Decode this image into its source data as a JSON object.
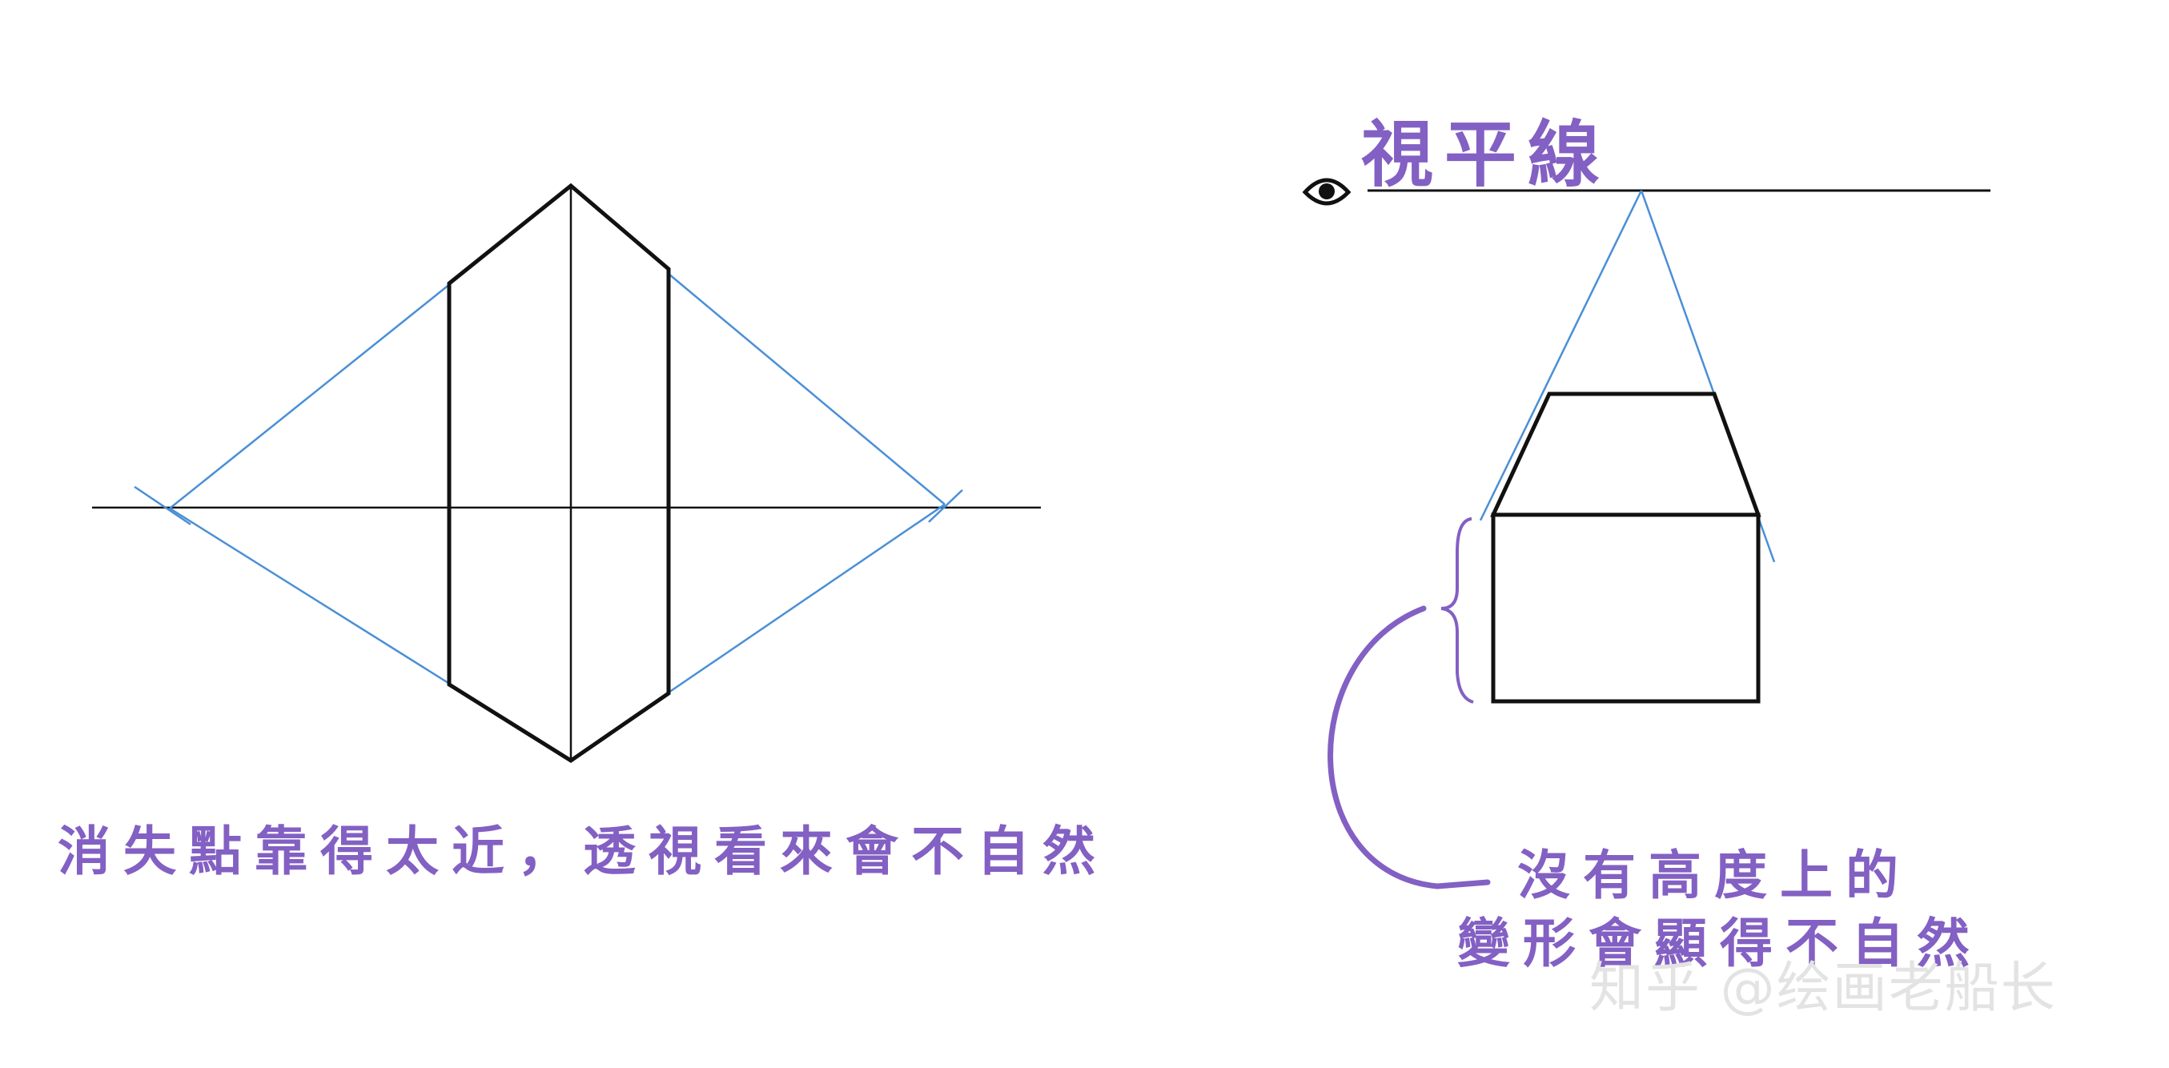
{
  "captions": {
    "left": "消失點靠得太近，透視看來會不自然",
    "horizon_line": "視平線",
    "right_line1": "沒有高度上的",
    "right_line2": "變形會顯得不自然"
  },
  "watermark": "知乎 @绘画老船长",
  "colors": {
    "ink": "#111111",
    "guide": "#4a8fd6",
    "text": "#8360c3",
    "watermark": "#e3e3e3"
  },
  "icons": {
    "eye": "eye-icon",
    "brace": "curly-brace-icon"
  }
}
